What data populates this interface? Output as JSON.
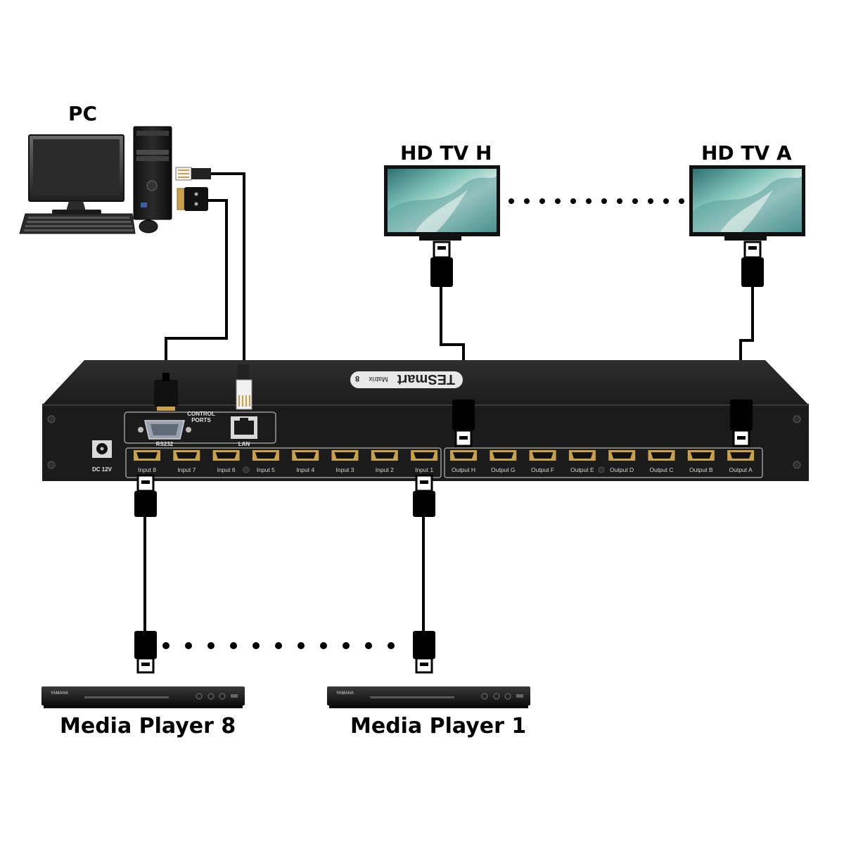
{
  "labels": {
    "pc": "PC",
    "tv_h": "HD TV H",
    "tv_a": "HD TV A",
    "player_8": "Media Player 8",
    "player_1": "Media Player 1"
  },
  "device": {
    "brand": "TESmart",
    "model": "Matrix",
    "model_badge": "8",
    "control_ports": [
      "CONTROL",
      "PORTS"
    ],
    "rs232": "RS232",
    "lan": "LAN",
    "dc": "DC 12V",
    "inputs": [
      "Input 8",
      "Input 7",
      "Input 6",
      "Input 5",
      "Input 4",
      "Input 3",
      "Input 2",
      "Input 1"
    ],
    "outputs": [
      "Output H",
      "Output G",
      "Output F",
      "Output E",
      "Output D",
      "Output C",
      "Output B",
      "Output A"
    ]
  },
  "player_brand": "YAMAHA",
  "colors": {
    "device_body": "#1b1b1b",
    "device_top": "#2a2a2a",
    "cable": "#000000",
    "screen_teal": "#7fb9b0",
    "hdmi_gold": "#c9a14a",
    "outline_gray": "#9a9a9a"
  }
}
